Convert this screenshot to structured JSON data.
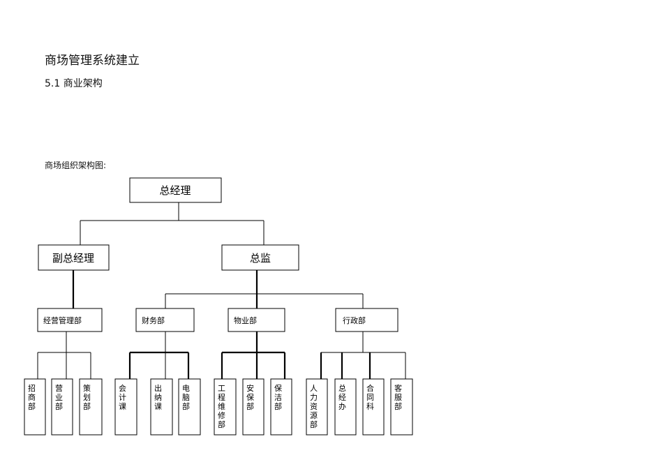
{
  "document": {
    "title": "商场管理系统建立",
    "section": "5.1  商业架构",
    "caption": "商场组织架构图:"
  },
  "org": {
    "root": "总经理",
    "level2": [
      "副总经理",
      "总监"
    ],
    "departments": [
      "经营管理部",
      "财务部",
      "物业部",
      "行政部"
    ],
    "units": [
      [
        "招商部",
        "营业部",
        "策划部"
      ],
      [
        "会计课",
        "出纳课",
        "电脑部"
      ],
      [
        "工程维修部",
        "安保部",
        "保洁部"
      ],
      [
        "人力资源部",
        "总经办",
        "合同科",
        "客服部"
      ]
    ]
  }
}
